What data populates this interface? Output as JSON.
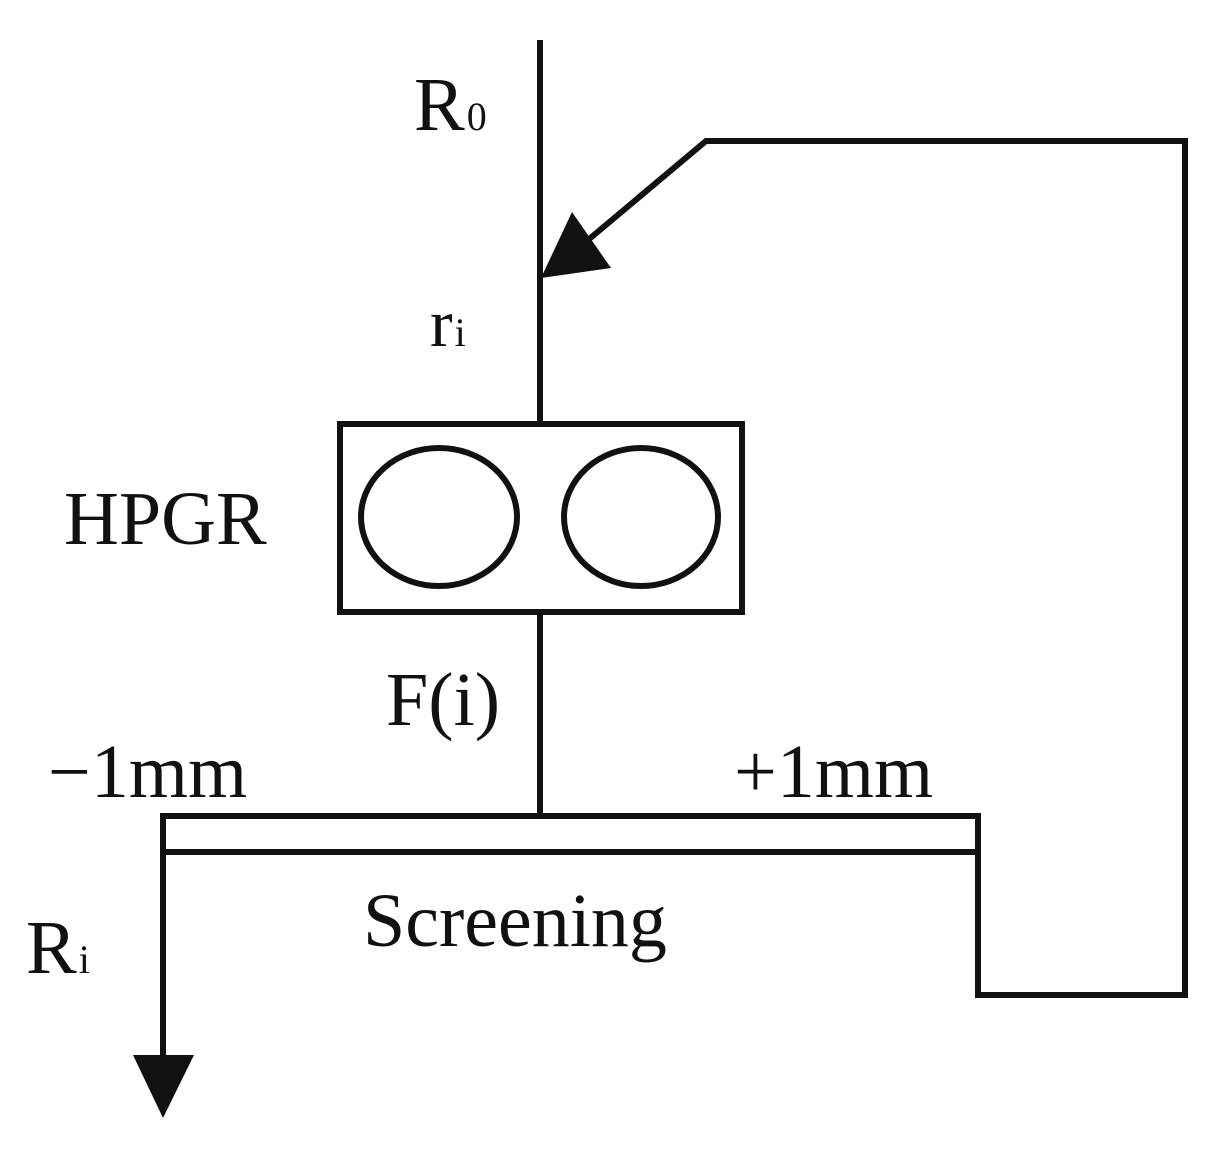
{
  "labels": {
    "feed_main": "R",
    "feed_sub": "0",
    "recycle_main": "r",
    "recycle_sub": "i",
    "hpgr": "HPGR",
    "product": "F(i)",
    "undersize": "−1mm",
    "oversize": "+1mm",
    "screen": "Screening",
    "output_main": "R",
    "output_sub": "i"
  },
  "colors": {
    "line": "#111111",
    "background": "#ffffff"
  }
}
